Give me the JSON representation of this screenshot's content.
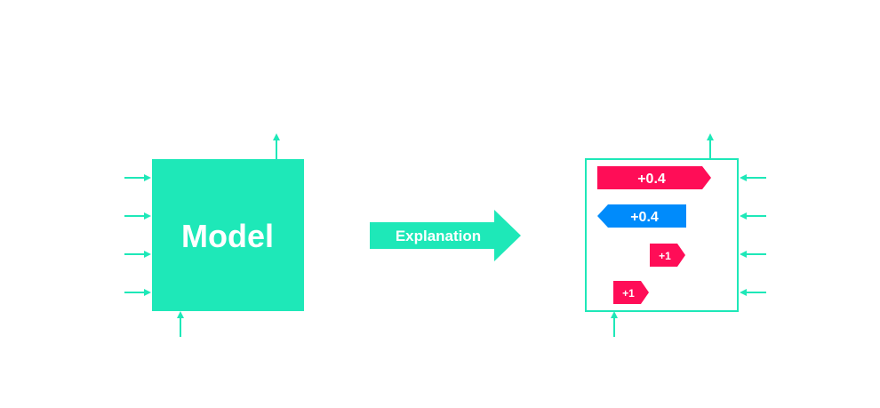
{
  "colors": {
    "accent": "#1ee8b8",
    "positive": "#ff0d57",
    "negative": "#008bfb",
    "text_on_fill": "#ffffff"
  },
  "model": {
    "label": "Model"
  },
  "explanation_arrow": {
    "label": "Explanation"
  },
  "attributions": [
    {
      "label": "+0.4",
      "direction": "positive"
    },
    {
      "label": "+0.4",
      "direction": "negative"
    },
    {
      "label": "+1",
      "direction": "positive"
    },
    {
      "label": "+1",
      "direction": "positive"
    }
  ]
}
